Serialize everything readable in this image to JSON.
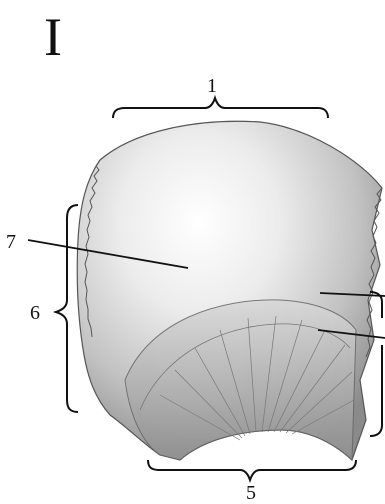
{
  "figure": {
    "title": "I",
    "labels": {
      "l1": "1",
      "l5": "5",
      "l6": "6",
      "l7": "7"
    }
  }
}
